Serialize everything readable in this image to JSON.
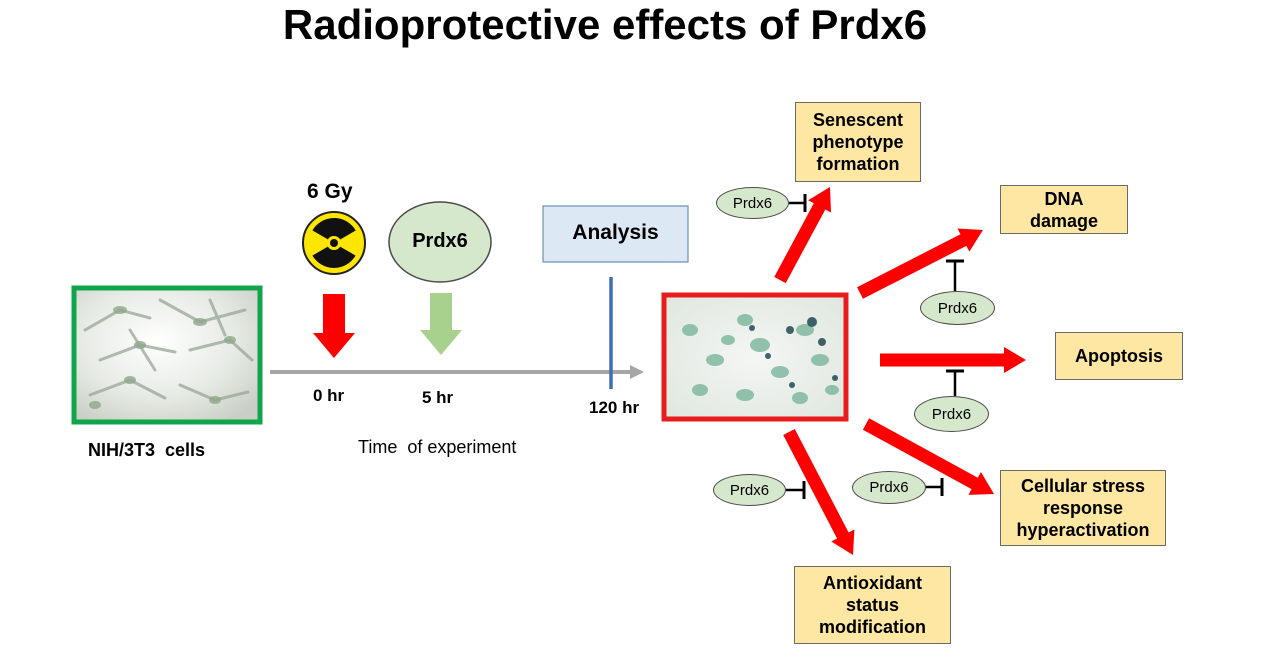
{
  "title": "Radioprotective effects of Prdx6",
  "dose_label": "6 Gy",
  "treatment_label": "Prdx6",
  "analysis_label": "Analysis",
  "time_labels": {
    "t0": "0 hr",
    "t5": "5 hr",
    "t120": "120 hr"
  },
  "cells_label": "NIH/3T3  cells",
  "timeline_label": "Time  of experiment",
  "inhibitor_label": "Prdx6",
  "outcomes": {
    "senescence": "Senescent\nphenotype\nformation",
    "dna": "DNA\ndamage",
    "apoptosis": "Apoptosis",
    "stress": "Cellular stress\nresponse\nhyperactivation",
    "antioxidant": "Antioxidant\nstatus\nmodification"
  },
  "colors": {
    "box_fill": "#fde7a3",
    "inhibitor_fill": "#d5e8cc",
    "effect_arrow": "#ff0000",
    "control_frame": "#10a54a",
    "treated_frame": "#e81c1c",
    "analysis_fill": "#dce9f5",
    "timeline": "#a6a6a6",
    "analysis_marker": "#3d6fb5",
    "prdx6_arrow": "#a9d18e"
  },
  "icons": [
    "radiation-hazard-icon"
  ]
}
